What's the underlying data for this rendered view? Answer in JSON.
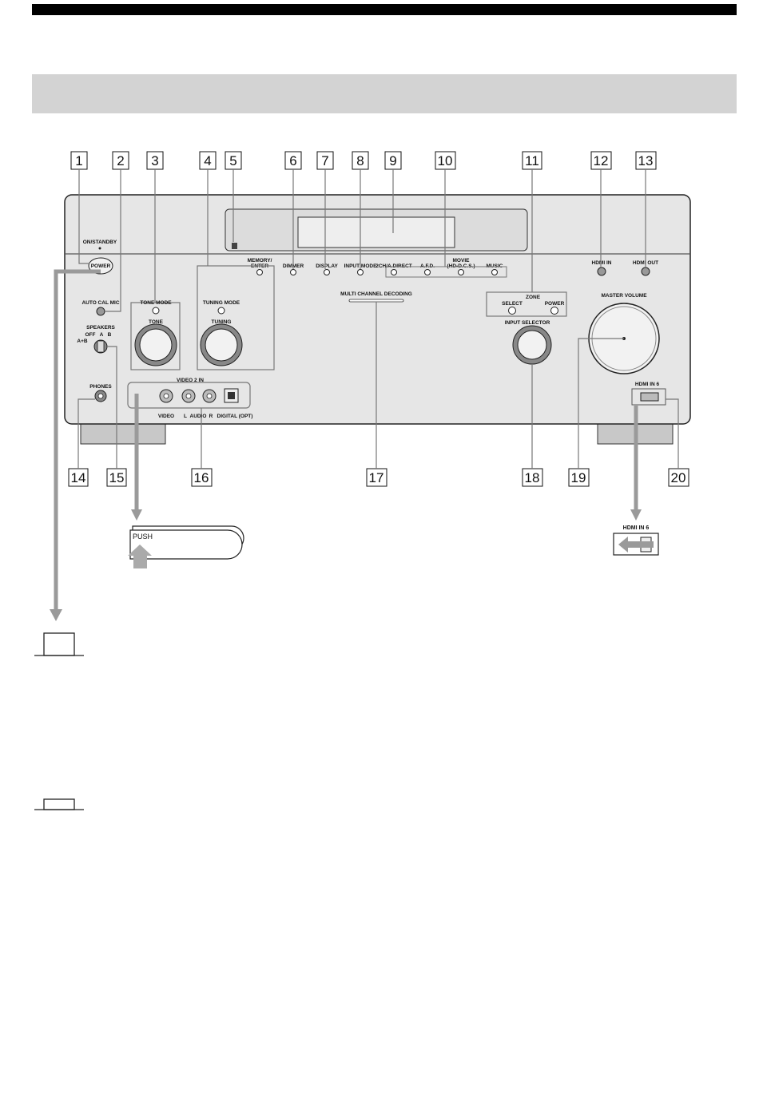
{
  "callouts": [
    "1",
    "2",
    "3",
    "4",
    "5",
    "6",
    "7",
    "8",
    "9",
    "10",
    "11",
    "12",
    "13",
    "14",
    "15",
    "16",
    "17",
    "18",
    "19",
    "20"
  ],
  "panel": {
    "on_standby": "ON/STANDBY",
    "power": "POWER",
    "memory_enter_1": "MEMORY/",
    "memory_enter_2": "ENTER",
    "dimmer": "DIMMER",
    "display": "DISPLAY",
    "input_mode": "INPUT MODE",
    "two_ch": "2CH/A.DIRECT",
    "afd": "A.F.D.",
    "movie_1": "MOVIE",
    "movie_2": "(HD-D.C.S.)",
    "music": "MUSIC",
    "hdmi_in": "HDMI IN",
    "hdmi_out": "HDMI OUT",
    "auto_cal_mic": "AUTO CAL MIC",
    "tone_mode": "TONE MODE",
    "tone": "TONE",
    "tuning_mode": "TUNING MODE",
    "tuning": "TUNING",
    "multi_channel": "MULTI CHANNEL DECODING",
    "zone": "ZONE",
    "select": "SELECT",
    "zone_power": "POWER",
    "input_selector": "INPUT SELECTOR",
    "master_volume": "MASTER VOLUME",
    "speakers": "SPEAKERS",
    "spk_off": "OFF",
    "spk_a": "A",
    "spk_b": "B",
    "spk_ab": "A+B",
    "phones": "PHONES",
    "video2in": "VIDEO 2 IN",
    "video": "VIDEO",
    "audio_l": "L",
    "audio": "AUDIO",
    "audio_r": "R",
    "digital_opt": "DIGITAL (OPT)",
    "hdmi_in6": "HDMI IN 6"
  },
  "detail": {
    "push": "PUSH",
    "hdmi_in6": "HDMI IN 6"
  },
  "colors": {
    "panel_fill": "#e6e6e6",
    "callout_line": "#777777",
    "arrow": "#9a9a9a",
    "band": "#d3d3d3"
  }
}
